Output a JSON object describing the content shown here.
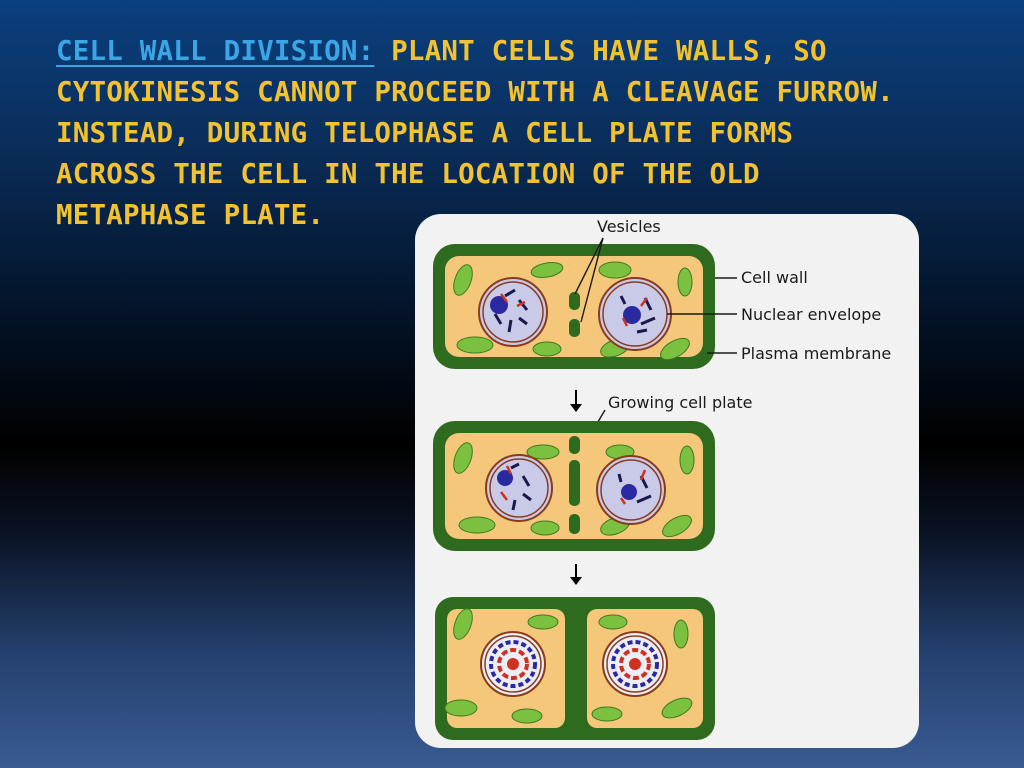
{
  "slide": {
    "heading": "CELL WALL DIVISION:",
    "body_lines": [
      " PLANT CELLS HAVE WALLS, SO",
      "CYTOKINESIS CANNOT PROCEED WITH A CLEAVAGE FURROW.",
      "INSTEAD, DURING TELOPHASE A CELL PLATE FORMS",
      "ACROSS THE CELL IN THE LOCATION OF THE OLD",
      "METAPHASE PLATE."
    ]
  },
  "figure": {
    "labels": {
      "vesicles": "Vesicles",
      "cell_wall": "Cell wall",
      "nuclear_envelope": "Nuclear envelope",
      "plasma_membrane": "Plasma membrane",
      "growing_cell_plate": "Growing cell plate"
    }
  },
  "colors": {
    "heading": "#3aa6e6",
    "body": "#f2c230",
    "cell_wall": "#2f6b1f",
    "cytoplasm": "#f4c77a",
    "chloroplast": "#7cc040",
    "nucleus": "#c9c9e8"
  }
}
